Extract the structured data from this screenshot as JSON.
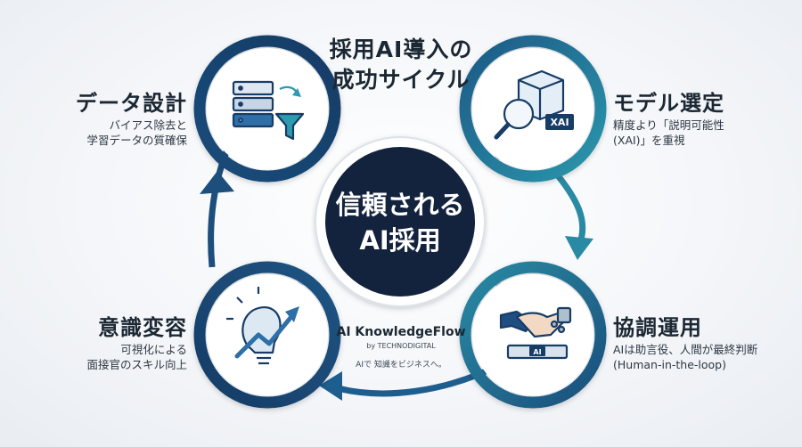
{
  "title": {
    "line1": "採用AI導入の",
    "line2": "成功サイクル"
  },
  "center": {
    "line1": "信頼される",
    "line2": "AI採用"
  },
  "steps": [
    {
      "heading": "データ設計",
      "desc": [
        "バイアス除去と",
        "学習データの質確保"
      ],
      "icon": "database-filter-icon"
    },
    {
      "heading": "モデル選定",
      "desc": [
        "精度より「説明可能性",
        "(XAI)」を重視"
      ],
      "icon": "magnifier-cube-icon",
      "badge": "XAI"
    },
    {
      "heading": "協調運用",
      "desc": [
        "AIは助言役、人間が最終判断",
        "(Human-in-the-loop)"
      ],
      "icon": "handshake-robot-icon",
      "badge": "AI"
    },
    {
      "heading": "意識変容",
      "desc": [
        "可視化による",
        "面接官のスキル向上"
      ],
      "icon": "lightbulb-arrow-icon"
    }
  ],
  "brand": {
    "name": "AI KnowledgeFlow",
    "by": "by TECHNODIGITAL",
    "tagline": "AIで 知識をビジネスへ。"
  },
  "colors": {
    "navy": "#173c66",
    "teal": "#2a8aa3",
    "center": "#13233d",
    "mid": "#1f5e86"
  }
}
